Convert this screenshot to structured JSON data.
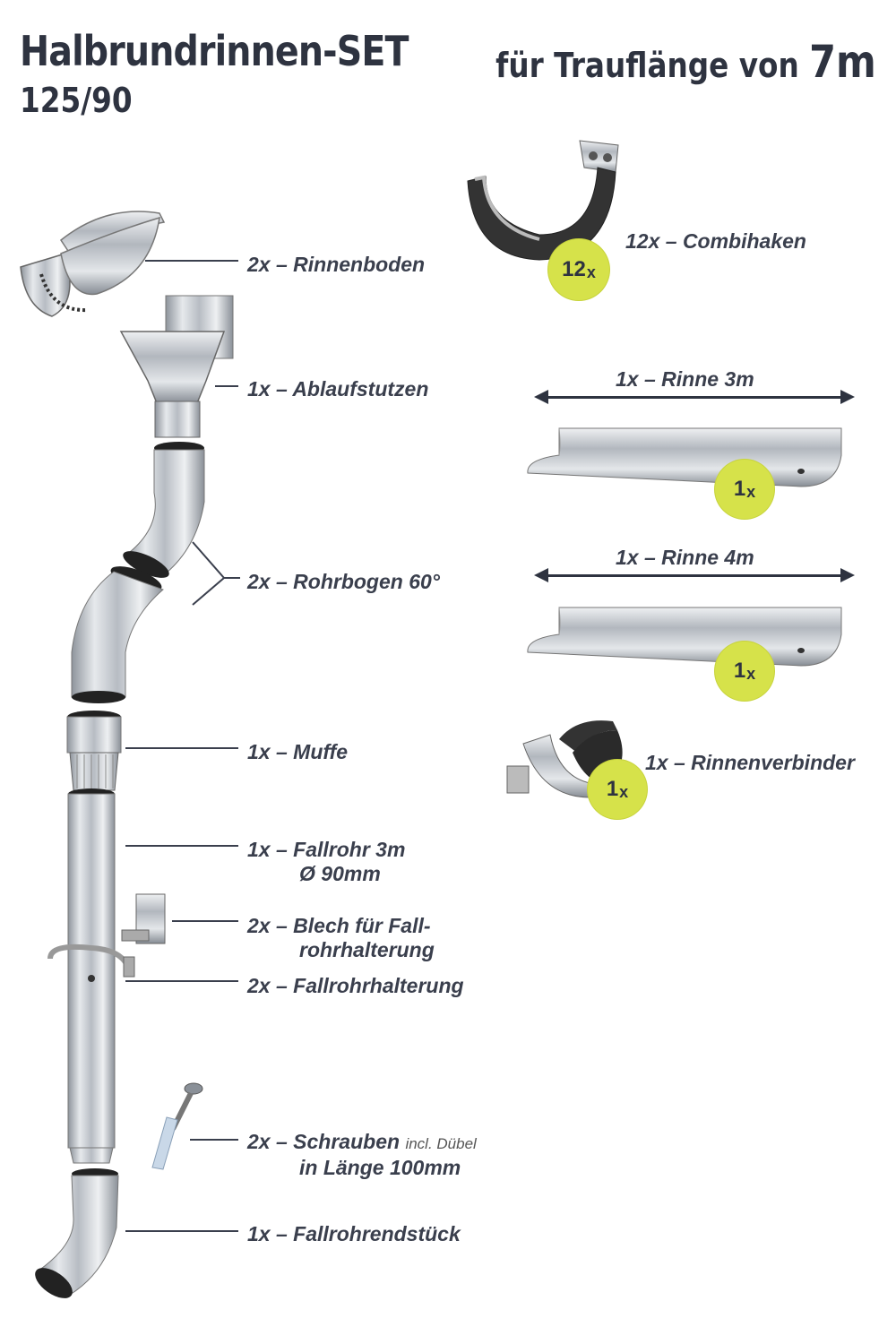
{
  "header": {
    "title": "Halbrundrinnen-SET",
    "subtitle": "125/90",
    "right_text": "für Trauflänge von ",
    "right_value": "7m"
  },
  "left_items": [
    {
      "qty": "2x",
      "name": "Rinnenboden"
    },
    {
      "qty": "1x",
      "name": "Ablaufstutzen"
    },
    {
      "qty": "2x",
      "name": "Rohrbogen 60°"
    },
    {
      "qty": "1x",
      "name": "Muffe"
    },
    {
      "qty": "1x",
      "name": "Fallrohr 3m",
      "line2": "Ø 90mm"
    },
    {
      "qty": "2x",
      "name": "Blech für Fall-",
      "line2": "rohrhalterung"
    },
    {
      "qty": "2x",
      "name": "Fallrohrhalterung"
    },
    {
      "qty": "2x",
      "name": "Schrauben",
      "note": "incl. Dübel",
      "line2": "in Länge 100mm"
    },
    {
      "qty": "1x",
      "name": "Fallrohrendstück"
    }
  ],
  "right_items": {
    "combihaken": {
      "label": "12x – Combihaken",
      "badge_num": "12",
      "badge_x": "x"
    },
    "rinne3": {
      "label": "1x – Rinne 3m",
      "badge_num": "1",
      "badge_x": "x"
    },
    "rinne4": {
      "label": "1x – Rinne 4m",
      "badge_num": "1",
      "badge_x": "x"
    },
    "verbinder": {
      "label": "1x – Rinnenverbinder",
      "badge_num": "1",
      "badge_x": "x"
    }
  },
  "separator": " – ",
  "colors": {
    "badge": "#d6e24a",
    "text": "#2e3340",
    "metal": "#c8ccd2"
  }
}
